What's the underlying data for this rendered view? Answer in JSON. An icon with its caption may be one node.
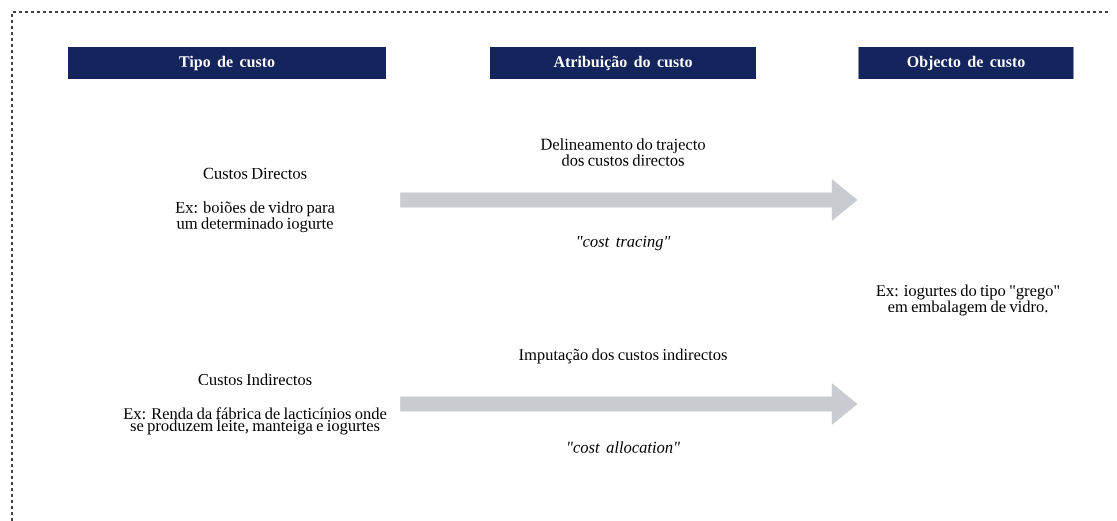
{
  "diagram": {
    "nodes": [
      {
        "text": [
          "Tipo de custo"
        ]
      },
      {
        "text": [
          "Atribuição do custo"
        ]
      },
      {
        "text": [
          "Objecto de custo"
        ]
      },
      {
        "text": [
          "Custos Directos",
          "Ex: boiões de vidro para um determinado iogurte"
        ]
      },
      {
        "text": [
          "Custos Indirectos",
          "Ex: Renda da fábrica de lacticínios onde se produzem leite, manteiga e iogurtes"
        ]
      },
      {
        "text": [
          "Ex: iogurtes do tipo \"grego\" em embalagem de vidro."
        ]
      }
    ],
    "edges": [
      {
        "from": 3,
        "to": 5,
        "arrow": "to",
        "label": "Delineamento do trajecto dos custos directos"
      },
      {
        "from": 4,
        "to": 5,
        "arrow": "to",
        "label": "Imputação dos custos indirectos"
      }
    ],
    "labels": [
      "\"cost tracing\"",
      "\"cost allocation\""
    ]
  }
}
